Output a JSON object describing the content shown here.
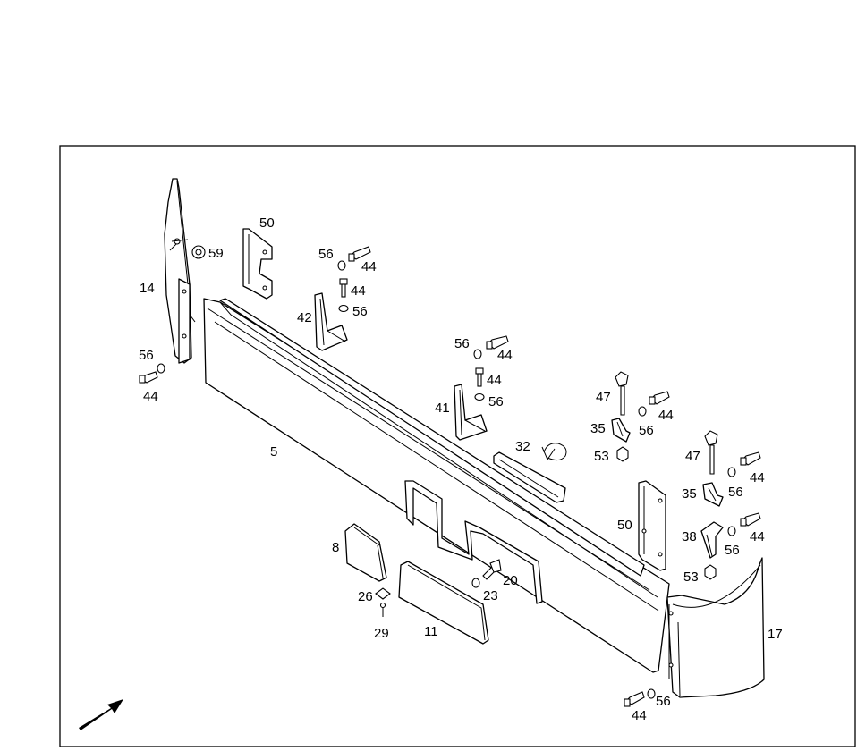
{
  "frame": {
    "color": "#000000",
    "background": "#ffffff"
  },
  "labels": {
    "l5": "5",
    "l8": "8",
    "l11": "11",
    "l14": "14",
    "l17": "17",
    "l20": "20",
    "l23": "23",
    "l26": "26",
    "l29": "29",
    "l32": "32",
    "l35a": "35",
    "l35b": "35",
    "l38": "38",
    "l41": "41",
    "l42": "42",
    "l47a": "47",
    "l47b": "47",
    "l50a": "50",
    "l50b": "50",
    "l53a": "53",
    "l53b": "53",
    "l59": "59",
    "l56a": "56",
    "l56b": "56",
    "l56c": "56",
    "l56d": "56",
    "l56e": "56",
    "l56f": "56",
    "l56g": "56",
    "l56h": "56",
    "l56i": "56",
    "l44a": "44",
    "l44b": "44",
    "l44c": "44",
    "l44d": "44",
    "l44e": "44",
    "l44f": "44",
    "l44g": "44",
    "l44h": "44",
    "l44i": "44"
  },
  "icons": {
    "direction": "arrow-icon"
  }
}
